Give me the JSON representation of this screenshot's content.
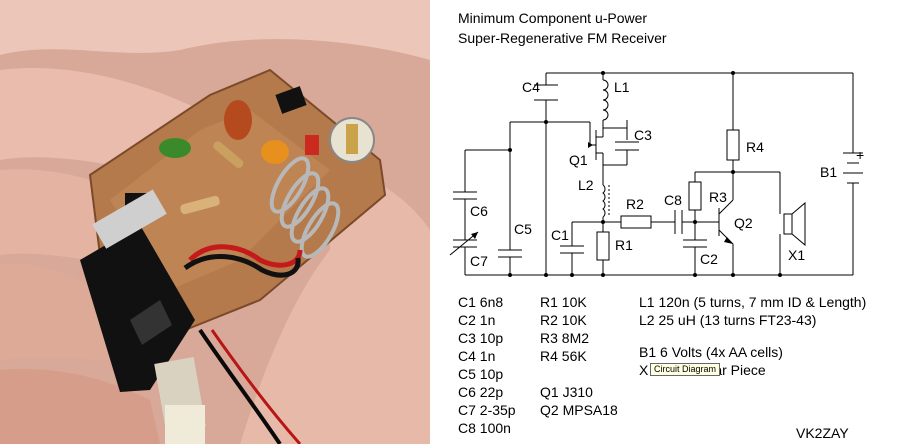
{
  "title": {
    "line1": "Minimum Component u-Power",
    "line2": "Super-Regenerative FM Receiver"
  },
  "schematic": {
    "labels": {
      "C4": "C4",
      "L1": "L1",
      "C3": "C3",
      "Q1": "Q1",
      "R4": "R4",
      "B1": "B1",
      "C6": "C6",
      "L2": "L2",
      "C8": "C8",
      "R3": "R3",
      "R2": "R2",
      "Q2": "Q2",
      "C5": "C5",
      "C1": "C1",
      "R1": "R1",
      "C7": "C7",
      "C2": "C2",
      "X1": "X1",
      "plus": "+"
    }
  },
  "parts": {
    "col1": [
      "C1 6n8",
      "C2 1n",
      "C3 10p",
      "C4 1n",
      "C5 10p",
      "C6 22p",
      "C7 2-35p",
      "C8 100n"
    ],
    "col2": [
      "R1 10K",
      "R2 10K",
      "R3 8M2",
      "R4 56K",
      "",
      "Q1 J310",
      "Q2 MPSA18"
    ],
    "col3": [
      "L1 120n (5 turns, 7 mm ID & Length)",
      "L2 25 uH (13 turns FT23-43)",
      "",
      "B1 6 Volts (4x AA cells)"
    ],
    "x1_prefix": "X",
    "x1_suffix": "Ear Piece"
  },
  "tooltip": "Circuit Diagram",
  "signature": "VK2ZAY",
  "colors": {
    "skin": "#e6b7a6",
    "pcb": "#b87a4e",
    "switch": "#111111",
    "ink": "#000000"
  }
}
